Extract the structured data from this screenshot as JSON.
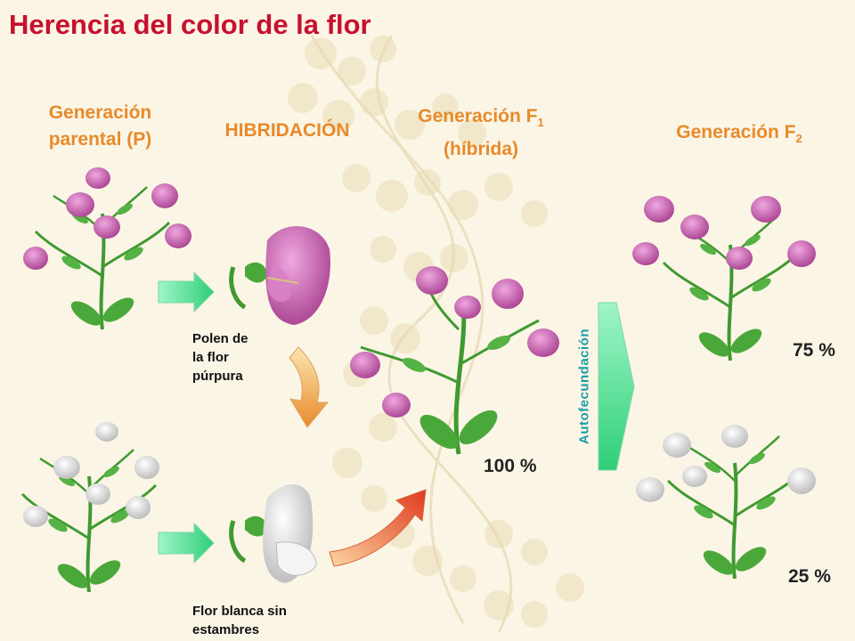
{
  "title": "Herencia del color de la flor",
  "labels": {
    "parental_line1": "Generación",
    "parental_line2": "parental (P)",
    "hibridacion": "HIBRIDACIÓN",
    "f1_line1": "Generación F",
    "f1_sub": "1",
    "f1_line2": "(híbrida)",
    "f2_main": "Generación F",
    "f2_sub": "2",
    "polen_line1": "Polen de",
    "polen_line2": "la flor",
    "polen_line3": "púrpura",
    "blanca_line1": "Flor blanca sin",
    "blanca_line2": "estambres",
    "autofecundacion": "Autofecundación"
  },
  "percentages": {
    "f1": "100 %",
    "f2_purple": "75 %",
    "f2_white": "25 %"
  },
  "colors": {
    "title": "#c8102e",
    "heading": "#e88a2a",
    "autofecundacion": "#1a9ea6",
    "purple_flower": "#c866b4",
    "white_flower": "#e4e4e4",
    "leaf": "#4aa83a",
    "green_arrow": "#3fdc8a"
  }
}
